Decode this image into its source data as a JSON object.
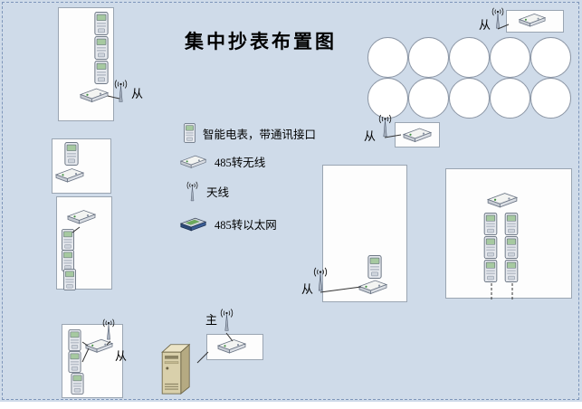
{
  "title": "集中抄表布置图",
  "labels": {
    "slave": "从",
    "master": "主"
  },
  "legend": {
    "items": [
      {
        "icon": "meter-icon",
        "label": "智能电表，带通讯接口"
      },
      {
        "icon": "rs485-to-wireless-icon",
        "label": "485转无线"
      },
      {
        "icon": "antenna-icon",
        "label": "天线"
      },
      {
        "icon": "rs485-to-ethernet-icon",
        "label": "485转以太网"
      }
    ]
  },
  "coverage_circles": {
    "rows": 2,
    "columns": 5,
    "count": 10
  },
  "colors": {
    "background": "#cfdbe9",
    "page_border": "#7e96ba",
    "box_fill": "#fdfdfd",
    "box_border": "#9aa5b2",
    "meter_screen": "#a6c9a0",
    "wireless_device_top": "#f3f4f2",
    "ethernet_device_body": "#2d4a78",
    "computer_body": "#d9d0ab",
    "connector_line": "#333333"
  }
}
